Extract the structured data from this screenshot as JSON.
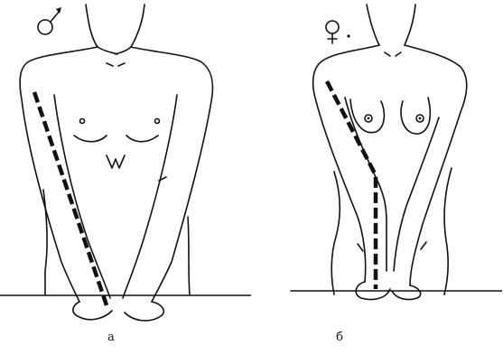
{
  "figure": {
    "panels": [
      {
        "id": "male",
        "caption": "а",
        "symbol": "male-symbol"
      },
      {
        "id": "female",
        "caption": "б",
        "symbol": "female-symbol"
      }
    ]
  },
  "colors": {
    "line": "#111111",
    "background": "#ffffff"
  }
}
